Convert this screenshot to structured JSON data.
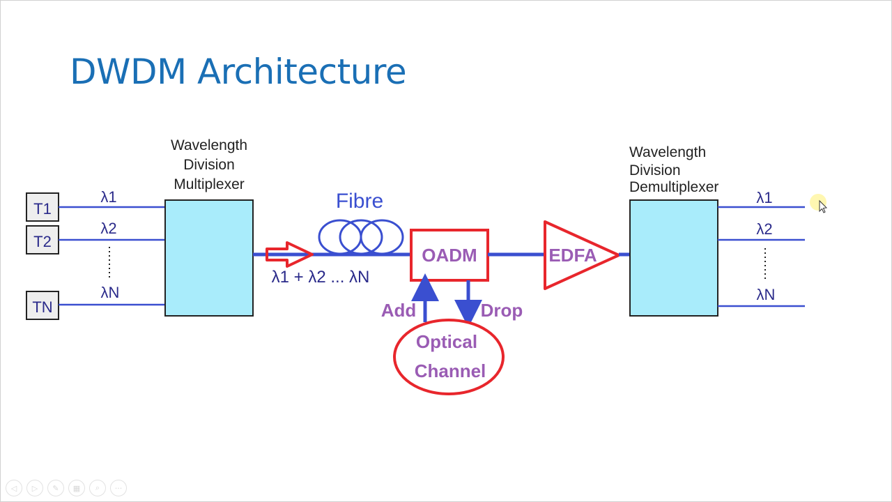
{
  "slide": {
    "title": "DWDM Architecture"
  },
  "diagram": {
    "transmitters": [
      "T1",
      "T2",
      "TN"
    ],
    "input_wavelengths": [
      "λ1",
      "λ2",
      "λN"
    ],
    "output_wavelengths": [
      "λ1",
      "λ2",
      "λN"
    ],
    "mux_label": [
      "Wavelength",
      "Division",
      "Multiplexer"
    ],
    "demux_label": [
      "Wavelength",
      "Division",
      "Demultiplexer"
    ],
    "fibre_label": "Fibre",
    "combined_signal": "λ1 + λ2 ... λN",
    "oadm_label": "OADM",
    "edfa_label": "EDFA",
    "add_label": "Add",
    "drop_label": "Drop",
    "optical_channel_label": [
      "Optical",
      "Channel"
    ]
  },
  "colors": {
    "title": "#1a6fb5",
    "line": "#3a4fd0",
    "box_fill": "#a9ecfb",
    "highlight": "#e8262c",
    "purple_text": "#9a5cb4",
    "navy_text": "#2a2a8a"
  },
  "nav": {
    "icons": [
      "prev-icon",
      "next-icon",
      "pen-icon",
      "slides-icon",
      "zoom-icon",
      "more-icon"
    ],
    "glyphs": [
      "◁",
      "▷",
      "✎",
      "▦",
      "⌕",
      "···"
    ]
  }
}
